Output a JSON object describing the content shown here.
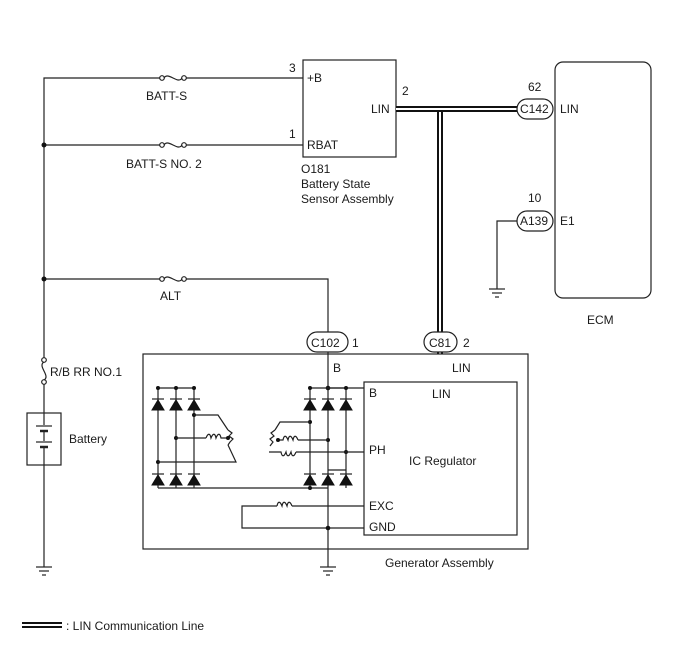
{
  "fuses": {
    "batt_s": "BATT-S",
    "batt_s_no2": "BATT-S NO. 2",
    "alt": "ALT",
    "rb_rr_no1": "R/B RR NO.1"
  },
  "battery": {
    "label": "Battery"
  },
  "sensor": {
    "pin_b": "3",
    "label_b": "+B",
    "pin_rbat": "1",
    "label_rbat": "RBAT",
    "pin_lin": "2",
    "label_lin": "LIN",
    "code": "O181",
    "name_line1": "Battery State",
    "name_line2": "Sensor Assembly"
  },
  "ecm": {
    "label": "ECM",
    "lin_pin": "62",
    "lin_connector": "C142",
    "lin_label": "LIN",
    "e1_pin": "10",
    "e1_connector": "A139",
    "e1_label": "E1"
  },
  "generator": {
    "label": "Generator Assembly",
    "b_connector": "C102",
    "b_pin": "1",
    "b_label": "B",
    "lin_connector": "C81",
    "lin_pin": "2",
    "lin_label": "LIN"
  },
  "regulator": {
    "name": "IC Regulator",
    "b": "B",
    "lin": "LIN",
    "ph": "PH",
    "exc": "EXC",
    "gnd": "GND"
  },
  "legend": {
    "text": ": LIN Communication Line"
  }
}
